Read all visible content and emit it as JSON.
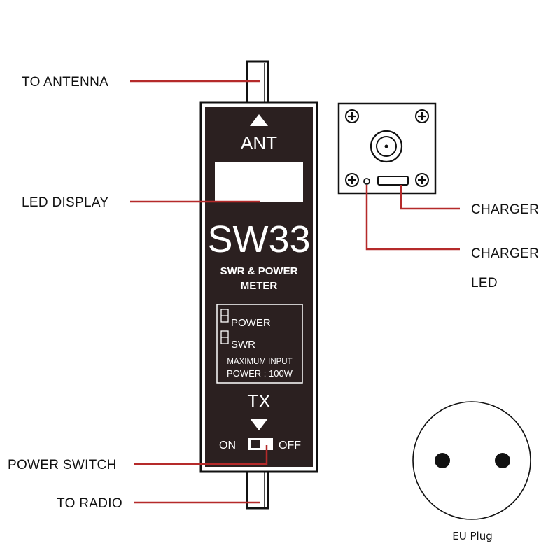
{
  "callouts": {
    "to_antenna": "TO ANTENNA",
    "led_display": "LED DISPLAY",
    "power_switch": "POWER SWITCH",
    "to_radio": "TO RADIO",
    "charger": "CHARGER",
    "charger_led_line1": "CHARGER",
    "charger_led_line2": "LED"
  },
  "meter": {
    "ant_label": "ANT",
    "model": "SW33",
    "subtitle_line1": "SWR & POWER",
    "subtitle_line2": "METER",
    "mode_power": "POWER",
    "mode_swr": "SWR",
    "max_input_line1": "MAXIMUM INPUT",
    "max_input_line2": "POWER : 100W",
    "tx_label": "TX",
    "switch_on": "ON",
    "switch_off": "OFF"
  },
  "plug": {
    "label": "EU Plug"
  },
  "colors": {
    "leader_line": "#b52a2a",
    "panel": "#2b2020",
    "outline": "#111111"
  }
}
